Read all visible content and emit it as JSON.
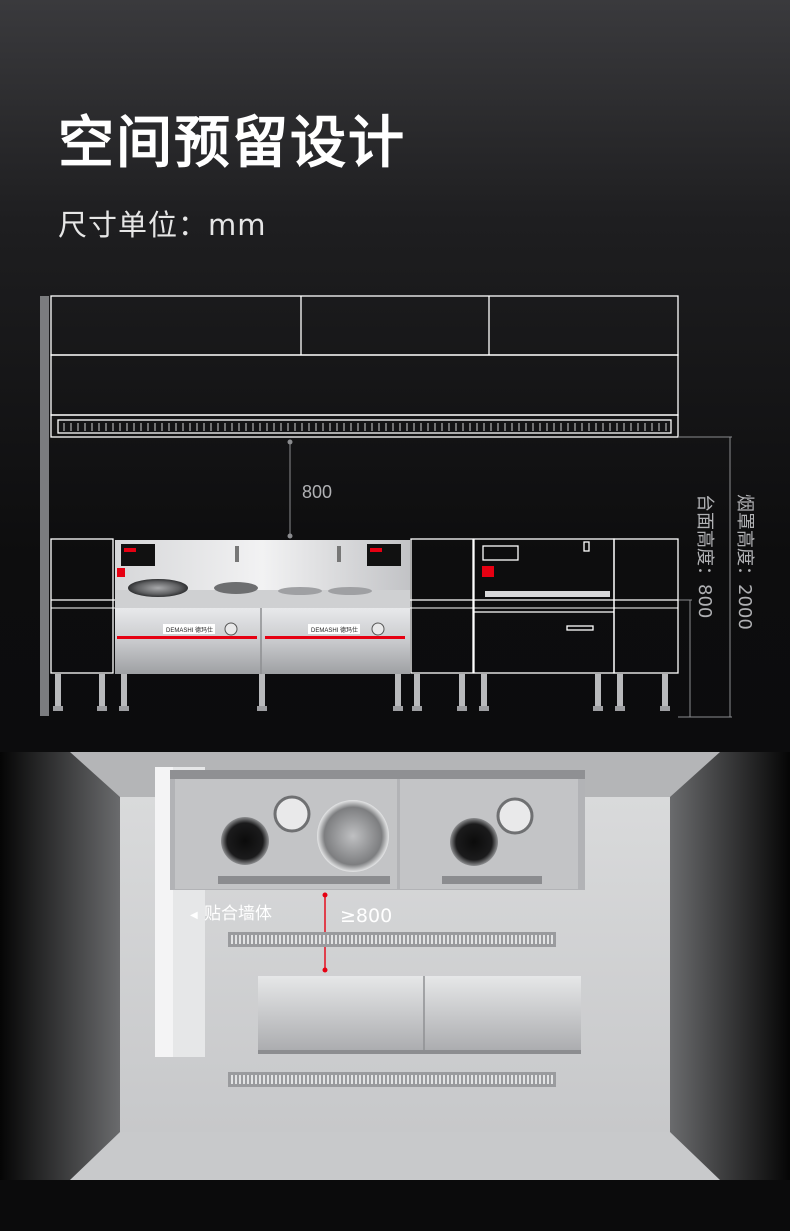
{
  "header": {
    "title": "空间预留设计",
    "subtitle": "尺寸单位：mm"
  },
  "elevation": {
    "hood_clearance": "800",
    "hood_height_label": "烟罩高度：2000",
    "counter_height_label": "台面高度：800",
    "brand_left": "DEMASHI 德玛仕",
    "brand_right": "DEMASHI 德玛仕"
  },
  "plan": {
    "wall_note": "贴合墙体",
    "aisle_min": "≥800"
  },
  "colors": {
    "accent_red": "#e60012",
    "line_white": "#ffffff",
    "steel": "#c8c9cb"
  }
}
